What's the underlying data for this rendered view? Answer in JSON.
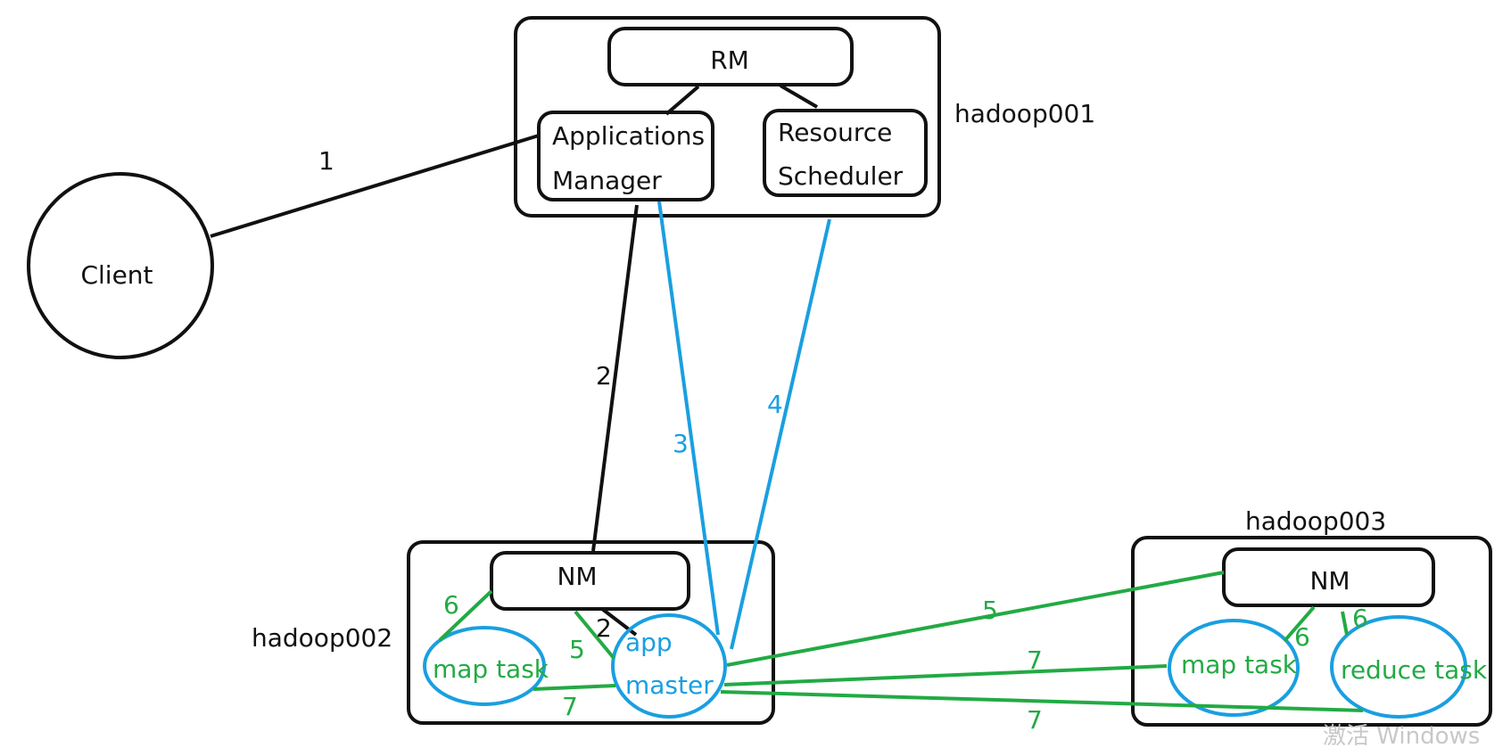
{
  "colors": {
    "black": "#111111",
    "blue": "#1a9fe0",
    "green": "#22aa44",
    "watermark": "#c8c8c8"
  },
  "nodes": {
    "rm": "RM",
    "applications_manager": {
      "line1": "Applications",
      "line2": "Manager"
    },
    "resource_scheduler": {
      "line1": "Resource",
      "line2": "Scheduler"
    },
    "client": "Client",
    "nm_hadoop002": "NM",
    "nm_hadoop003": "NM",
    "app_master": {
      "line1": "app",
      "line2": "master"
    },
    "map_task_hadoop002": "map task",
    "map_task_hadoop003": "map task",
    "reduce_task": "reduce task"
  },
  "hosts": {
    "hadoop001": "hadoop001",
    "hadoop002": "hadoop002",
    "hadoop003": "hadoop003"
  },
  "step_labels": {
    "step1": "1",
    "step2_a": "2",
    "step2_b": "2",
    "step3": "3",
    "step4": "4",
    "step5_a": "5",
    "step5_b": "5",
    "step6_a": "6",
    "step6_b": "6",
    "step6_c": "6",
    "step7_a": "7",
    "step7_b": "7",
    "step7_c": "7"
  },
  "watermark": "激活 Windows"
}
